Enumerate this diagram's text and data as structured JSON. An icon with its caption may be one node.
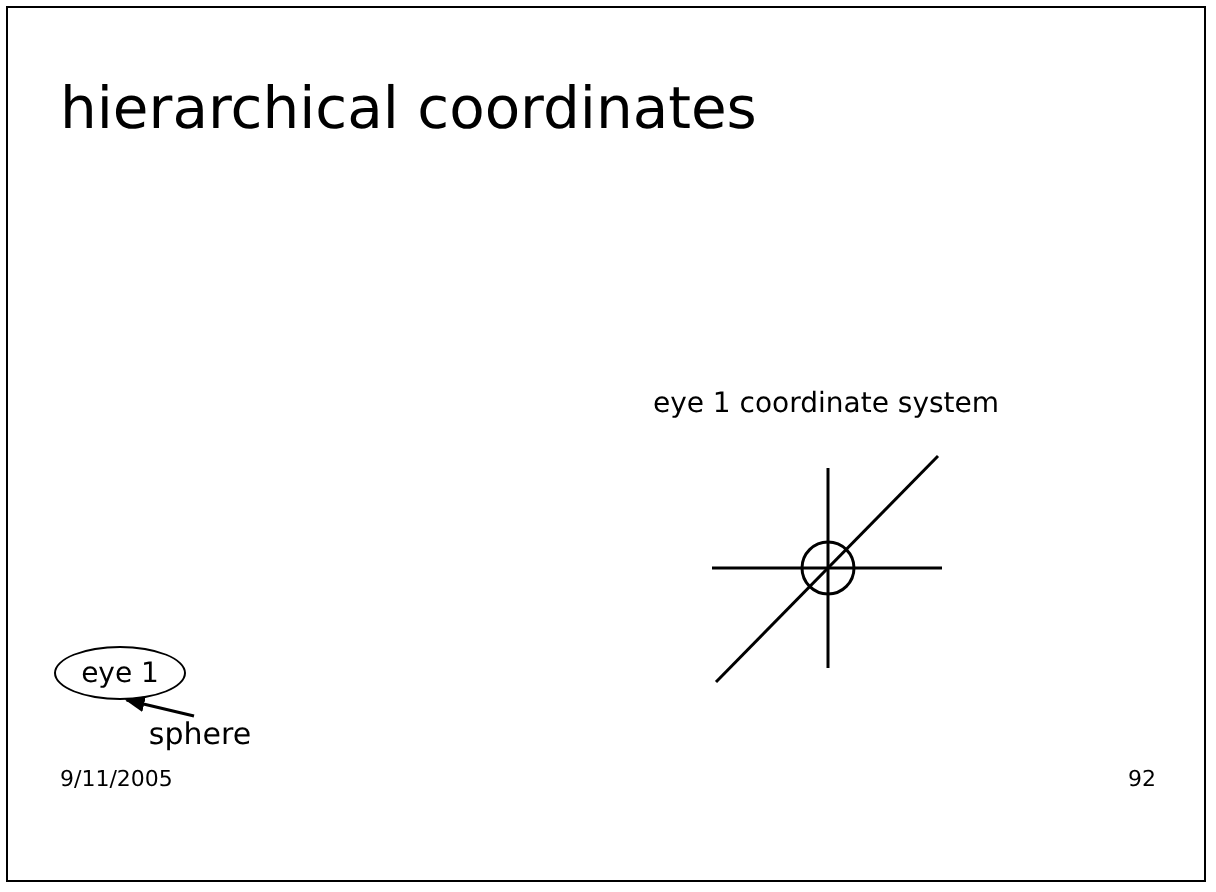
{
  "diagram": {
    "title": "hierarchical coordinates",
    "nodes": [
      {
        "text": [
          "eye 1"
        ]
      },
      {
        "text": [
          "sphere"
        ]
      }
    ],
    "edges": [
      {
        "from": 1,
        "to": 0,
        "arrow": "to"
      }
    ],
    "labels": [
      "eye 1 coordinate system",
      "9/11/2005",
      "92"
    ]
  }
}
